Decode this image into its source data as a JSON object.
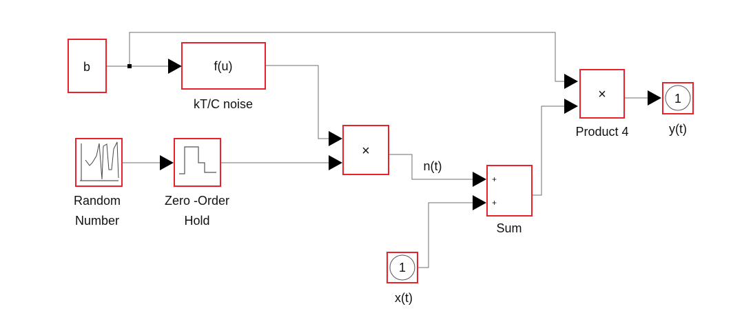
{
  "blocks": {
    "b": {
      "text": "b"
    },
    "fu": {
      "text": "f(u)",
      "label": "kT/C noise"
    },
    "random": {
      "label_line1": "Random",
      "label_line2": "Number"
    },
    "zoh": {
      "label_line1": "Zero -Order",
      "label_line2": "Hold"
    },
    "product_mid": {
      "symbol": "×"
    },
    "sum": {
      "label": "Sum",
      "sign1": "+",
      "sign2": "+"
    },
    "product4": {
      "symbol": "×",
      "label": "Product 4"
    },
    "inport_x": {
      "number": "1",
      "label": "x(t)"
    },
    "outport_y": {
      "number": "1",
      "label": "y(t)"
    }
  },
  "signals": {
    "n": "n(t)"
  },
  "colors": {
    "block_border": "#e8222a",
    "wire": "#6e6e6e",
    "arrow": "#000000"
  }
}
